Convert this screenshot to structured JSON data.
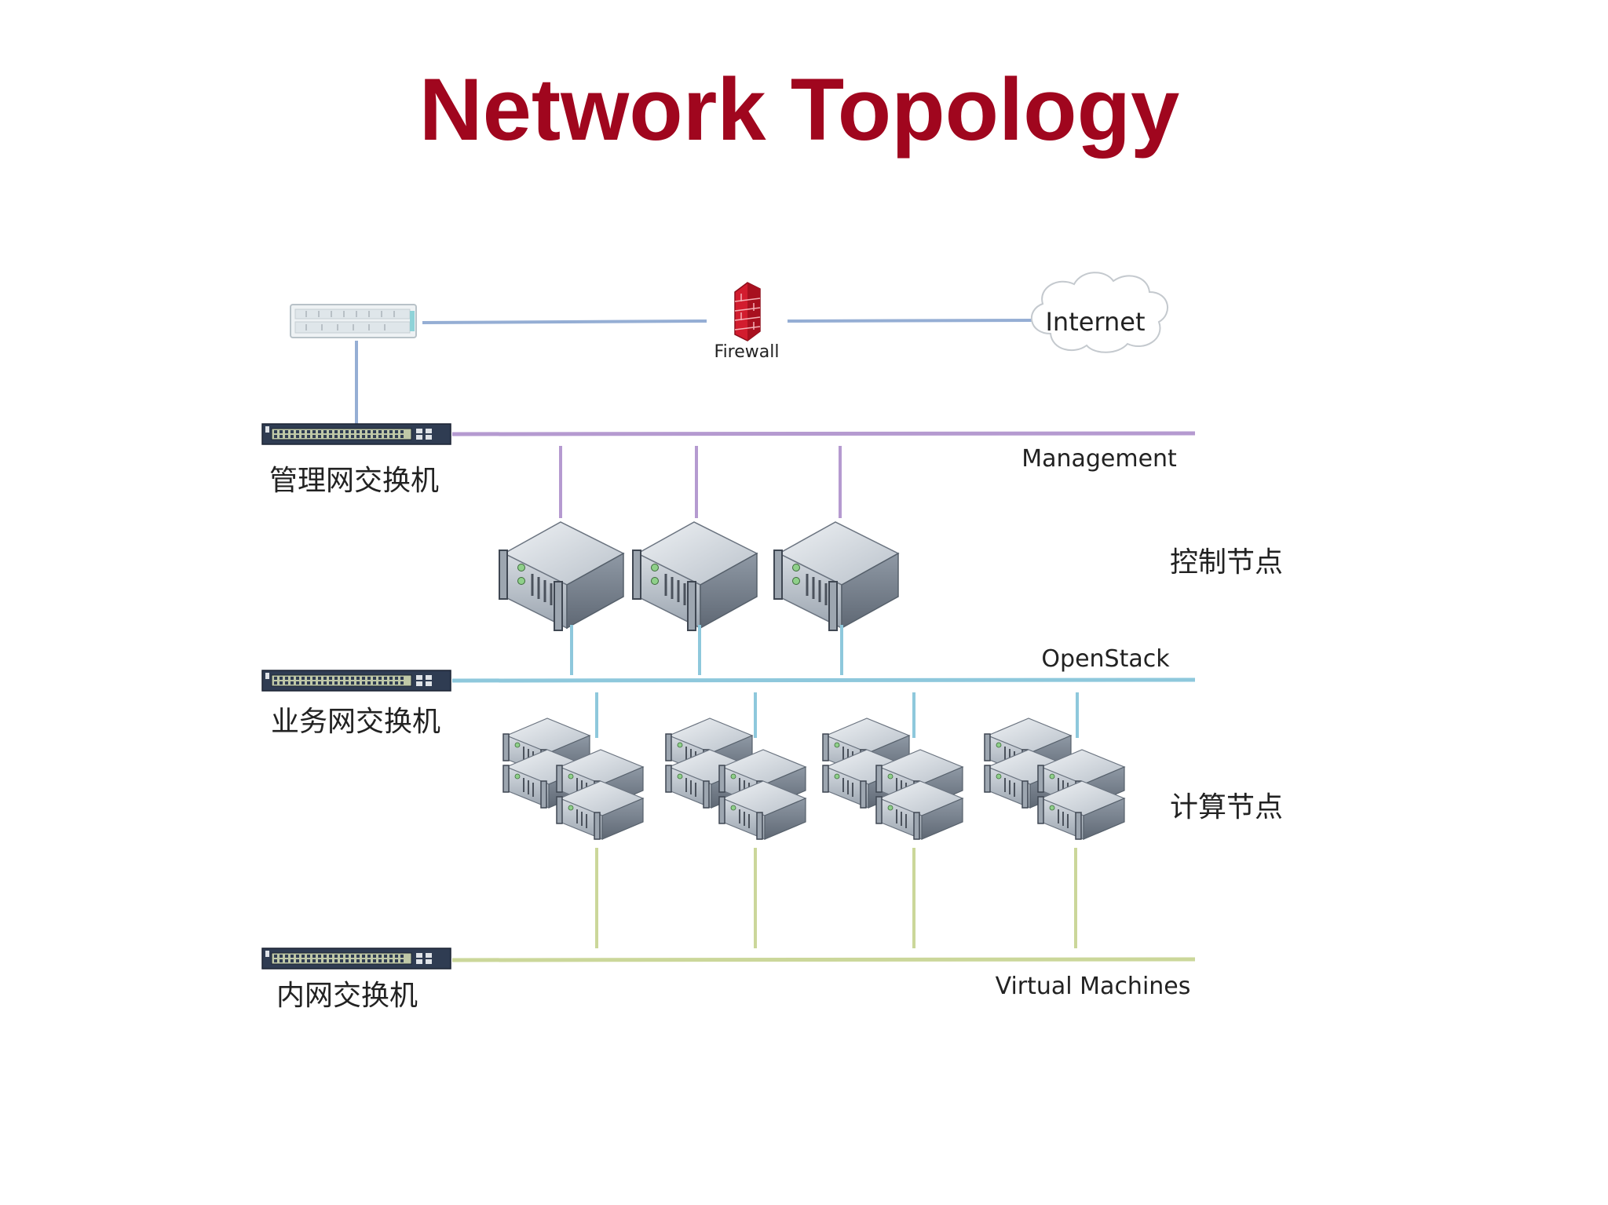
{
  "title": "Network Topology",
  "colors": {
    "title": "#a0061e",
    "management": "#b59ad0",
    "openstack": "#8ec8dc",
    "vm": "#cbd79a",
    "uplink": "#95aed4",
    "firewall": "#d21c2e",
    "switch_body": "#2f3c52"
  },
  "nodes": {
    "firewall_label": "Firewall",
    "internet_label": "Internet"
  },
  "networks": {
    "management": "Management",
    "openstack": "OpenStack",
    "virtual_machines": "Virtual Machines"
  },
  "switches": {
    "management": "管理网交换机",
    "business": "业务网交换机",
    "internal": "内网交换机"
  },
  "groups": {
    "control_nodes": "控制节点",
    "compute_nodes": "计算节点"
  },
  "icons": [
    "router-icon",
    "firewall-icon",
    "cloud-icon",
    "switch-icon",
    "server-icon"
  ]
}
